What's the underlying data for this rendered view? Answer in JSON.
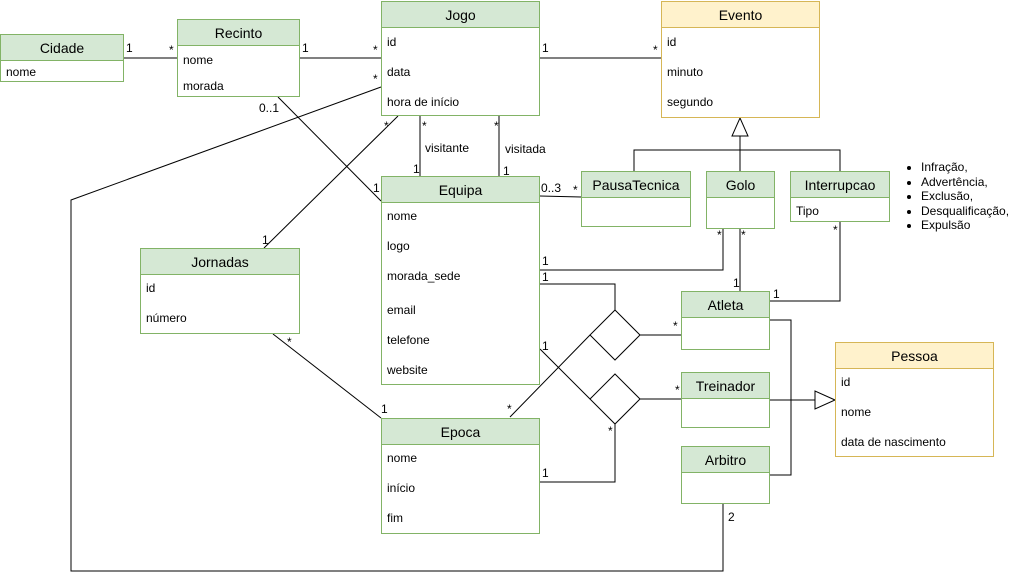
{
  "classes": {
    "cidade": {
      "name": "Cidade",
      "attrs": [
        "nome"
      ]
    },
    "recinto": {
      "name": "Recinto",
      "attrs": [
        "nome",
        "morada"
      ]
    },
    "jogo": {
      "name": "Jogo",
      "attrs": [
        "id",
        "data",
        "hora de início"
      ]
    },
    "evento": {
      "name": "Evento",
      "attrs": [
        "id",
        "minuto",
        "segundo"
      ]
    },
    "equipa": {
      "name": "Equipa",
      "attrs": [
        "nome",
        "logo",
        "morada_sede",
        "email",
        "telefone",
        "website"
      ]
    },
    "pausa": {
      "name": "PausaTecnica",
      "attrs": []
    },
    "golo": {
      "name": "Golo",
      "attrs": []
    },
    "interrupcao": {
      "name": "Interrupcao",
      "attrs": [
        "Tipo"
      ]
    },
    "jornadas": {
      "name": "Jornadas",
      "attrs": [
        "id",
        "número"
      ]
    },
    "atleta": {
      "name": "Atleta",
      "attrs": []
    },
    "treinador": {
      "name": "Treinador",
      "attrs": []
    },
    "arbitro": {
      "name": "Arbitro",
      "attrs": []
    },
    "epoca": {
      "name": "Epoca",
      "attrs": [
        "nome",
        "início",
        "fim"
      ]
    },
    "pessoa": {
      "name": "Pessoa",
      "attrs": [
        "id",
        "nome",
        "data de nascimento"
      ]
    }
  },
  "labels": {
    "cidade_recinto_1": "1",
    "cidade_recinto_many": "*",
    "recinto_jogo_1": "1",
    "recinto_jogo_many": "*",
    "recinto_equipa_01": "0..1",
    "recinto_equipa_1": "1",
    "jogo_evento_1": "1",
    "jogo_evento_many": "*",
    "jogo_epoca_many": "*",
    "jogo_jornadas_many": "*",
    "jornadas_jogo_1": "1",
    "visitante_many": "*",
    "visitante_1": "1",
    "visitante_role": "visitante",
    "visitada_many": "*",
    "visitada_1": "1",
    "visitada_role": "visitada",
    "equipa_pausa_range": "0..3",
    "equipa_pausa_many": "*",
    "equipa_golo_1": "1",
    "golo_equipa_many": "*",
    "golo_atleta_many": "*",
    "golo_atleta_1": "1",
    "interrupcao_many": "*",
    "interrupcao_atleta_1": "1",
    "equipa_atleta_1": "1",
    "atleta_many": "*",
    "equipa_treinador_1": "1",
    "treinador_many": "*",
    "jornadas_epoca_many": "*",
    "jornadas_epoca_1": "1",
    "epoca_atleta_many": "*",
    "epoca_treinador_1": "1",
    "epoca_treinador_many": "*",
    "arbitro_2": "2"
  },
  "note_items": [
    "Infração,",
    "Advertência,",
    "Exclusão,",
    "Desqualificação,",
    "Expulsão"
  ],
  "colors": {
    "green_fill": "#d5e8d4",
    "green_stroke": "#82b366",
    "yellow_fill": "#fff2cc",
    "yellow_stroke": "#d6b656",
    "line": "#000000"
  }
}
